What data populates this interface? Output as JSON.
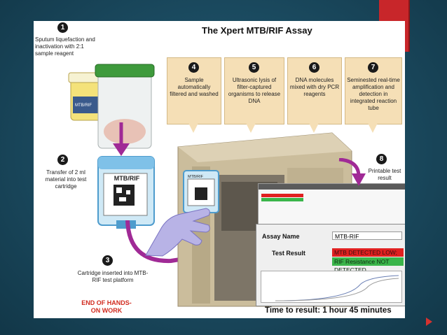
{
  "title": "The Xpert MTB/RIF Assay",
  "steps": [
    {
      "number": "1",
      "text": "Sputum liquefaction and inactivation with 2:1 sample reagent"
    },
    {
      "number": "2",
      "text": "Transfer of 2 ml material into test cartridge"
    },
    {
      "number": "3",
      "text": "Cartridge inserted into MTB-RIF test platform"
    },
    {
      "number": "4",
      "text": "Sample automatically filtered and washed"
    },
    {
      "number": "5",
      "text": "Ultrasonic lysis of filter-captured organisms to release DNA"
    },
    {
      "number": "6",
      "text": "DNA molecules mixed with dry PCR reagents"
    },
    {
      "number": "7",
      "text": "Seminested real-time amplification and detection in integrated reaction tube"
    },
    {
      "number": "8",
      "text": "Printable test result"
    }
  ],
  "end_note": "END OF HANDS-ON WORK",
  "cartridge_label": "MTB/RIF",
  "vial_label": "MTB/RIF",
  "result": {
    "assay_label": "Assay Name",
    "assay_value": "MTB-RIF",
    "result_label": "Test Result",
    "line1": "MTB DETECTED LOW;",
    "line2": "RIF Resistance NOT DETECTED"
  },
  "time_to_result": "Time to result: 1 hour 45 minutes",
  "colors": {
    "arrow": "#a02a96",
    "callout": "#f5dfb6",
    "detected": "#e02020",
    "not_detected": "#3ab54a",
    "accent": "#c8262a"
  }
}
